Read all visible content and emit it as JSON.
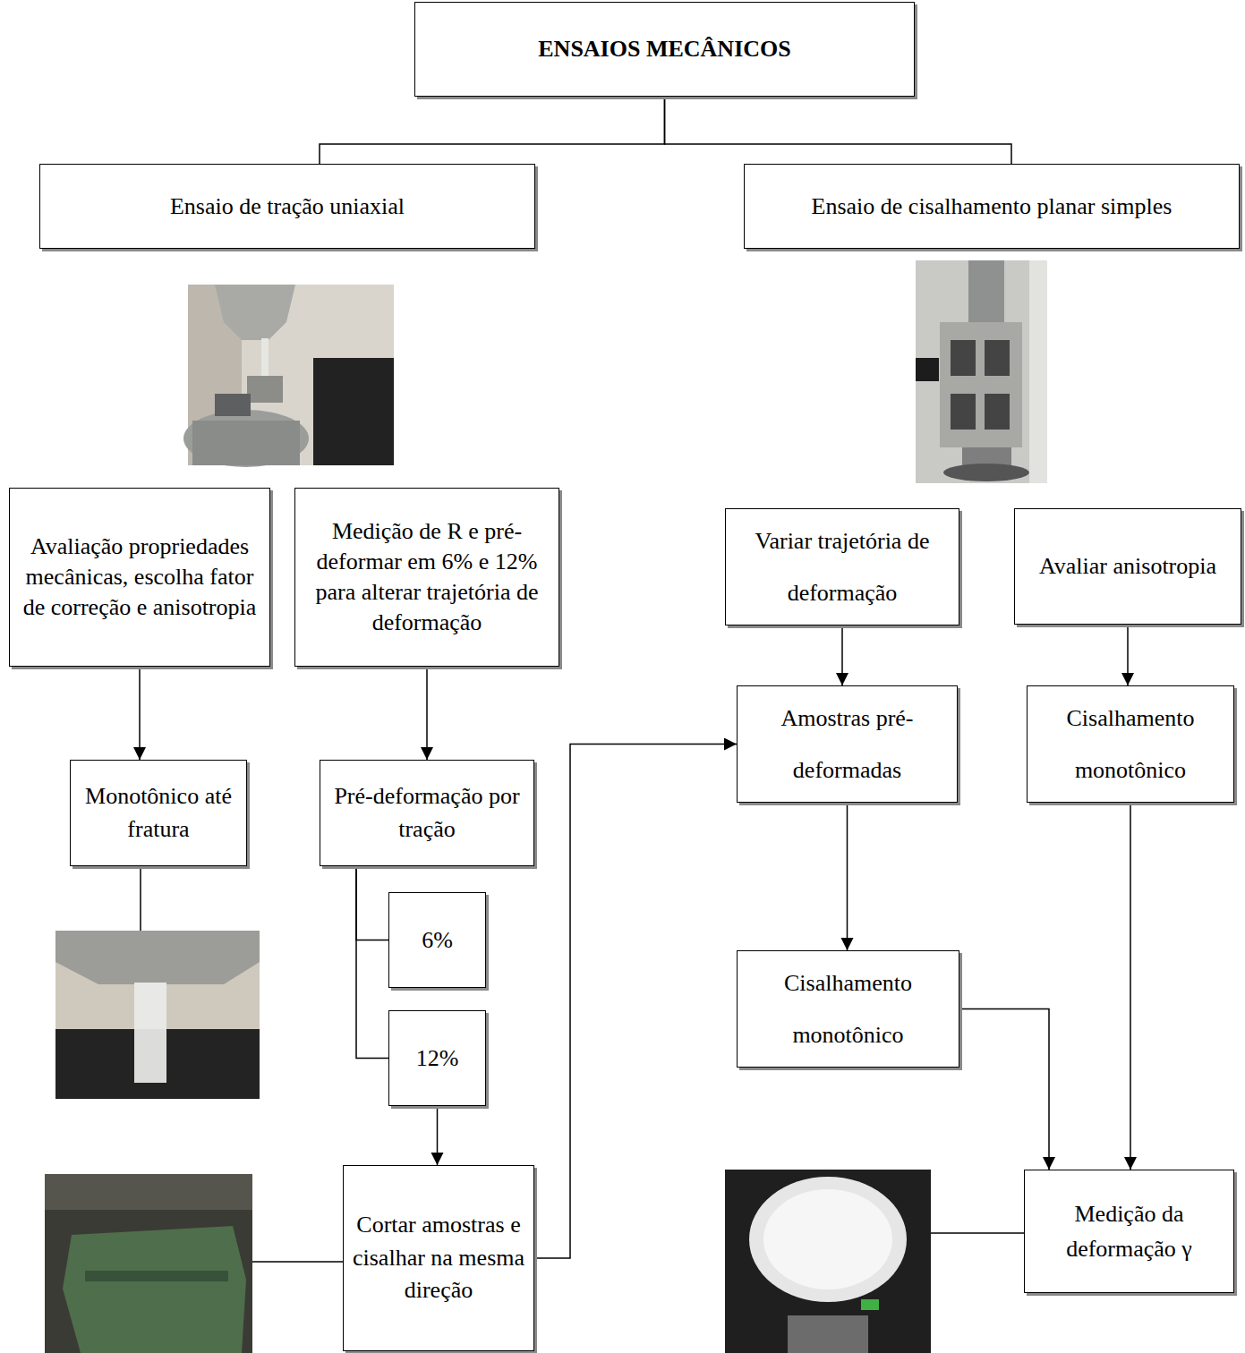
{
  "diagram": {
    "nodes": [
      {
        "text": [
          "ENSAIOS MECÂNICOS"
        ]
      },
      {
        "text": [
          "Ensaio de tração uniaxial"
        ]
      },
      {
        "text": [
          "Ensaio de cisalhamento planar simples"
        ]
      },
      {
        "text": [
          "Avaliação propriedades mecânicas, escolha fator de correção e anisotropia"
        ]
      },
      {
        "text": [
          "Medição de R e pré-deformar em 6% e 12% para alterar trajetória de deformação"
        ]
      },
      {
        "text": [
          "Variar trajetória de deformação"
        ]
      },
      {
        "text": [
          "Avaliar anisotropia"
        ]
      },
      {
        "text": [
          "Monotônico até fratura"
        ]
      },
      {
        "text": [
          "Pré-deformação por tração"
        ]
      },
      {
        "text": [
          "Amostras pré-deformadas"
        ]
      },
      {
        "text": [
          "Cisalhamento monotônico"
        ]
      },
      {
        "text": [
          "6%"
        ]
      },
      {
        "text": [
          "12%"
        ]
      },
      {
        "text": [
          "Cisalhamento monotônico"
        ]
      },
      {
        "text": [
          "Cortar amostras e cisalhar na mesma direção"
        ]
      },
      {
        "text": [
          "Medição da deformação γ"
        ]
      }
    ],
    "edges": [
      {
        "from": 0,
        "to": 1,
        "arrow": "none"
      },
      {
        "from": 0,
        "to": 2,
        "arrow": "none"
      },
      {
        "from": 3,
        "to": 7,
        "arrow": "to"
      },
      {
        "from": 4,
        "to": 8,
        "arrow": "to"
      },
      {
        "from": 5,
        "to": 9,
        "arrow": "to"
      },
      {
        "from": 6,
        "to": 10,
        "arrow": "to"
      },
      {
        "from": 8,
        "to": 11,
        "arrow": "none"
      },
      {
        "from": 8,
        "to": 12,
        "arrow": "none"
      },
      {
        "from": 12,
        "to": 14,
        "arrow": "to"
      },
      {
        "from": 14,
        "to": 9,
        "arrow": "to"
      },
      {
        "from": 9,
        "to": 13,
        "arrow": "to"
      },
      {
        "from": 13,
        "to": 15,
        "arrow": "to"
      },
      {
        "from": 10,
        "to": 15,
        "arrow": "to"
      }
    ]
  }
}
